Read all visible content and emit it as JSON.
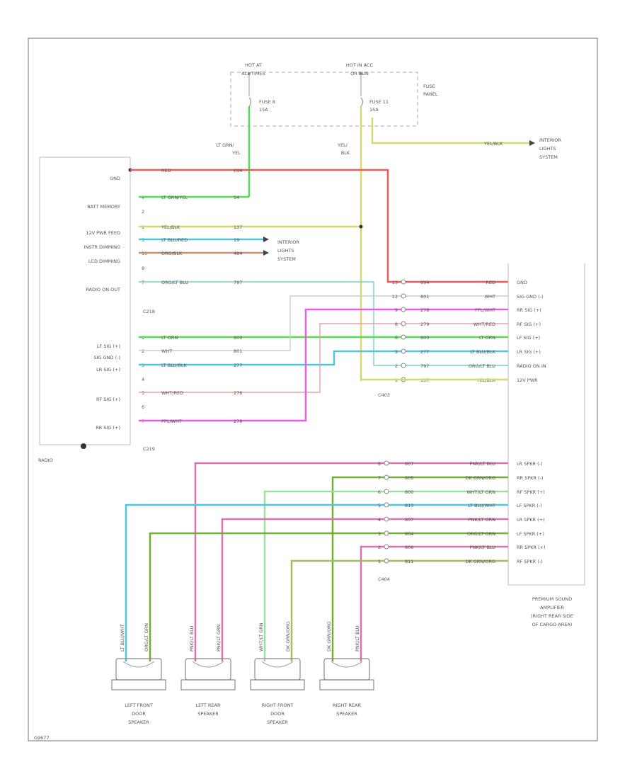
{
  "fuse_panel": {
    "hot_at_all_times": [
      "HOT AT",
      "ALL TIMES"
    ],
    "hot_in_acc_or_run": [
      "HOT IN ACC",
      "OR RUN"
    ],
    "fuse_a": [
      "FUSE 8",
      "15A"
    ],
    "fuse_b": [
      "FUSE 11",
      "15A"
    ],
    "label": [
      "FUSE",
      "PANEL"
    ]
  },
  "interior_lights_top": [
    "INTERIOR",
    "LIGHTS",
    "SYSTEM"
  ],
  "interior_lights_mid": [
    "INTERIOR",
    "LIGHTS",
    "SYSTEM"
  ],
  "radio": {
    "name": "RADIO",
    "conn1": "C218",
    "conn2": "C219",
    "pins": [
      "GND",
      "BATT MEMORY",
      "12V PWR FEED",
      "INSTR DIMMING",
      "LCD DIMMING",
      "RADIO ON OUT",
      "LF SIG (+)",
      "SIG GND (-)",
      "LR SIG (+)",
      "RF SIG (+)",
      "RR SIG (+)"
    ]
  },
  "amplifier": {
    "name": [
      "PREMIUM SOUND",
      "AMPLIFIER",
      "(RIGHT REAR SIDE",
      "OF CARGO AREA)"
    ],
    "conn1": "C403",
    "conn2": "C404",
    "pins_top": [
      "GND",
      "SIG GND (-)",
      "RR SIG (+)",
      "RF SIG (+)",
      "LF SIG (+)",
      "LR SIG (+)",
      "RADIO ON IN",
      "12V PWR"
    ],
    "pins_bottom": [
      "LR SPKR (-)",
      "RR SPKR (-)",
      "RF SPKR (+)",
      "LF SPKR (-)",
      "LR SPKR (+)",
      "LF SPKR (+)",
      "RR SPKR (+)",
      "RF SPKR (-)"
    ]
  },
  "wires": {
    "lt_grn_yel_top": [
      "LT GRN/",
      "YEL"
    ],
    "yel_blk_top": [
      "YEL/",
      "BLK"
    ],
    "yel_blk_right": "YEL/BLK",
    "left": [
      {
        "pin": "",
        "color": "RED",
        "circuit": "694"
      },
      {
        "pin": "4",
        "color": "LT GRN/YEL",
        "circuit": "54"
      },
      {
        "pin": "2",
        "color": "",
        "circuit": ""
      },
      {
        "pin": "1",
        "color": "YEL/BLK",
        "circuit": "137"
      },
      {
        "pin": "5",
        "color": "LT BLU/RED",
        "circuit": "19"
      },
      {
        "pin": "10",
        "color": "ORG/BLK",
        "circuit": "484"
      },
      {
        "pin": "8",
        "color": "",
        "circuit": ""
      },
      {
        "pin": "7",
        "color": "ORG/LT BLU",
        "circuit": "797"
      },
      {
        "pin": "1",
        "color": "LT GRN",
        "circuit": "800"
      },
      {
        "pin": "2",
        "color": "WHT",
        "circuit": "801"
      },
      {
        "pin": "3",
        "color": "LT BLU/BLK",
        "circuit": "277"
      },
      {
        "pin": "4",
        "color": "",
        "circuit": ""
      },
      {
        "pin": "5",
        "color": "WHT/RED",
        "circuit": "276"
      },
      {
        "pin": "6",
        "color": "",
        "circuit": ""
      },
      {
        "pin": "7",
        "color": "PPL/WHT",
        "circuit": "278"
      }
    ],
    "amp_top": [
      {
        "pin": "13",
        "circuit": "694",
        "color": "RED"
      },
      {
        "pin": "12",
        "circuit": "801",
        "color": "WHT"
      },
      {
        "pin": "9",
        "circuit": "278",
        "color": "PPL/WHT"
      },
      {
        "pin": "8",
        "circuit": "279",
        "color": "WHT/RED"
      },
      {
        "pin": "6",
        "circuit": "800",
        "color": "LT GRN"
      },
      {
        "pin": "3",
        "circuit": "277",
        "color": "LT BLU/BLK"
      },
      {
        "pin": "2",
        "circuit": "797",
        "color": "ORG/LT BLU"
      },
      {
        "pin": "1",
        "circuit": "137",
        "color": "YEL/BLK"
      }
    ],
    "amp_bottom": [
      {
        "pin": "8",
        "circuit": "807",
        "color": "PNK/LT BLU"
      },
      {
        "pin": "7",
        "circuit": "805",
        "color": "DK GRN/ORG"
      },
      {
        "pin": "6",
        "circuit": "800",
        "color": "WHT/LT GRN"
      },
      {
        "pin": "5",
        "circuit": "813",
        "color": "LT BLU/WHT"
      },
      {
        "pin": "4",
        "circuit": "807",
        "color": "PNK/LT GRN"
      },
      {
        "pin": "3",
        "circuit": "804",
        "color": "ORG/LT GRN"
      },
      {
        "pin": "2",
        "circuit": "806",
        "color": "PNK/LT BLU"
      },
      {
        "pin": "1",
        "circuit": "811",
        "color": "DK GRN/ORG"
      }
    ],
    "speaker_verticals": [
      "LT BLU/WHT",
      "ORG/LT GRN",
      "PNK/LT BLU",
      "PNK/LT GRN",
      "WHT/LT GRN",
      "DK GRN/ORG",
      "DK GRN/ORG",
      "PNK/LT BLU"
    ]
  },
  "speakers": [
    [
      "LEFT FRONT",
      "DOOR",
      "SPEAKER"
    ],
    [
      "LEFT REAR",
      "SPEAKER"
    ],
    [
      "RIGHT FRONT",
      "DOOR",
      "SPEAKER"
    ],
    [
      "RIGHT REAR",
      "SPEAKER"
    ]
  ],
  "figure_id": "G9677",
  "colors": {
    "red": "#f05a5a",
    "lt_grn": "#52e052",
    "yel": "#d8d870",
    "lt_blu": "#4cc8dc",
    "org": "#c89070",
    "ppl": "#ea5ce8",
    "pnk": "#e070b0",
    "dk_grn": "#70b030"
  }
}
